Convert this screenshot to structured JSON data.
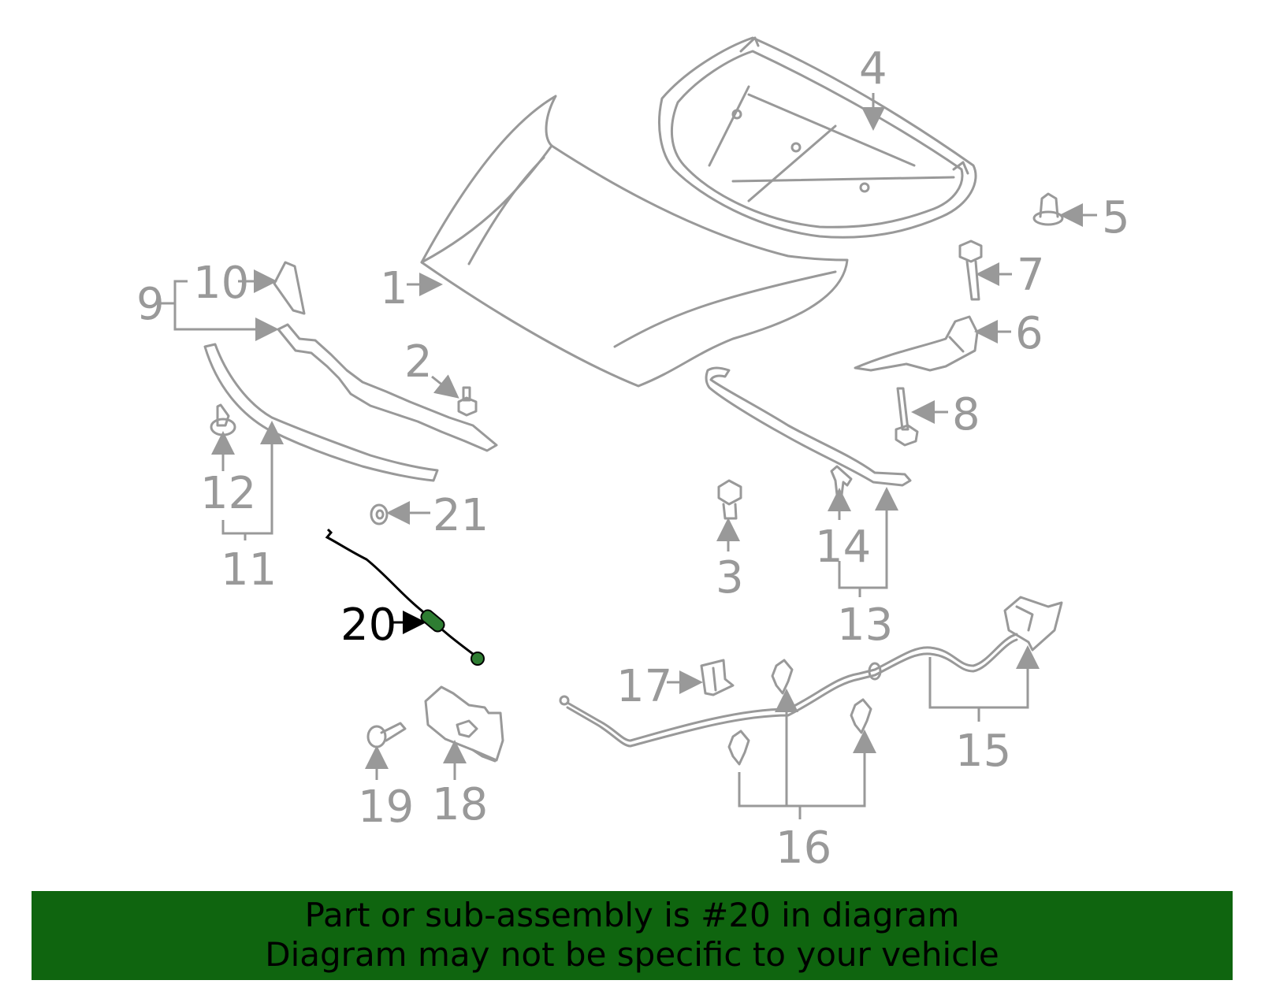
{
  "callouts": [
    "1",
    "2",
    "3",
    "4",
    "5",
    "6",
    "7",
    "8",
    "9",
    "10",
    "11",
    "12",
    "13",
    "14",
    "15",
    "16",
    "17",
    "18",
    "19",
    "20",
    "21"
  ],
  "highlight_callout": "20",
  "colors": {
    "parts": "#999999",
    "highlight": "#2e7d32",
    "banner": "#0f650f",
    "active_text": "#000000"
  },
  "banner": {
    "line1": "Part or sub-assembly is #20 in diagram",
    "line2": "Diagram may not be specific to your vehicle"
  }
}
